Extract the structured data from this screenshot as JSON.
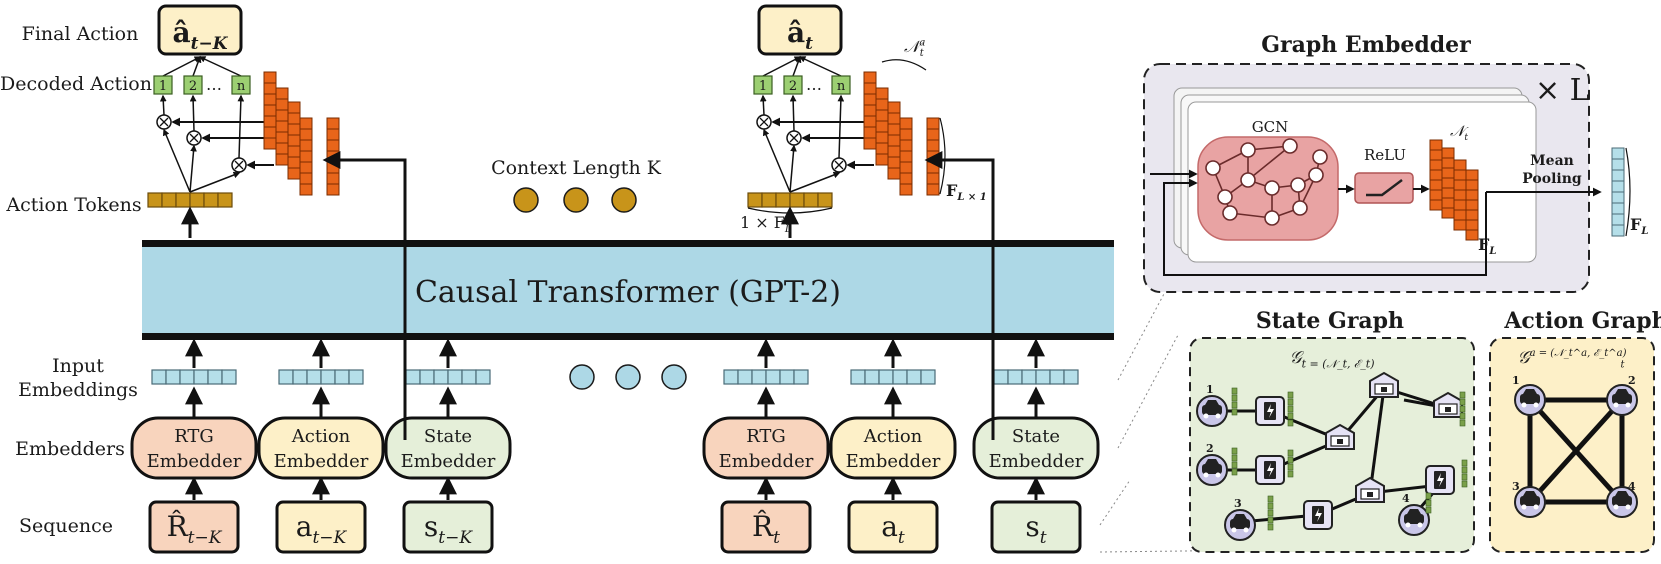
{
  "labels": {
    "final_action": "Final Action",
    "decoded_action": "Decoded Action",
    "action_tokens": "Action Tokens",
    "input_embeddings_1": "Input",
    "input_embeddings_2": "Embeddings",
    "embedders": "Embedders",
    "sequence": "Sequence"
  },
  "transformer": {
    "title": "Causal Transformer (GPT-2)"
  },
  "context_length": "Context Length K",
  "final_actions": [
    "â_{t−K}",
    "â_t"
  ],
  "decoded_nodes": [
    "1",
    "2",
    "n",
    "1",
    "2",
    "n"
  ],
  "decoded_dots": "…",
  "dims": {
    "nt_a": "𝒩_t^a",
    "fl_x1": "F_L × 1",
    "one_x_fl": "1 × F_L",
    "fl": "F_L",
    "nt": "𝒩_t"
  },
  "embedders": [
    {
      "line1": "RTG",
      "line2": "Embedder",
      "color": "#f8d4bd"
    },
    {
      "line1": "Action",
      "line2": "Embedder",
      "color": "#fdf0c8"
    },
    {
      "line1": "State",
      "line2": "Embedder",
      "color": "#e5efd9"
    },
    {
      "line1": "RTG",
      "line2": "Embedder",
      "color": "#f8d4bd"
    },
    {
      "line1": "Action",
      "line2": "Embedder",
      "color": "#fdf0c8"
    },
    {
      "line1": "State",
      "line2": "Embedder",
      "color": "#e5efd9"
    }
  ],
  "sequence": [
    "R̂_{t−K}",
    "a_{t−K}",
    "s_{t−K}",
    "R̂_t",
    "a_t",
    "s_t"
  ],
  "graph_embedder": {
    "title": "Graph Embedder",
    "repeat": "× L",
    "gcn": "GCN",
    "relu": "ReLU",
    "nt": "𝒩_t",
    "fl": "F_L",
    "mean_pooling_1": "Mean",
    "mean_pooling_2": "Pooling",
    "out_fl": "F_L"
  },
  "state_graph": {
    "title": "State Graph",
    "formula": "𝒢_t = (𝒩_t, ℰ_t)",
    "car_labels": [
      "1",
      "2",
      "3",
      "4"
    ]
  },
  "action_graph": {
    "title": "Action Graph",
    "formula": "𝒢_t^a = (𝒩_t^a, ℰ_t^a)",
    "car_labels": [
      "1",
      "2",
      "3",
      "4"
    ]
  },
  "colors": {
    "transformer_fill": "#add8e6",
    "token_blue": "#b5dfe9",
    "token_gold": "#c8941a",
    "orange": "#e8651a",
    "green_node": "#9ccf72",
    "final_fill": "#fdf0c8",
    "ge_bg": "#e9e7ef",
    "gcn_fill": "#e8a3a3",
    "state_bg": "#e6efda",
    "action_bg": "#fdf0c8"
  }
}
